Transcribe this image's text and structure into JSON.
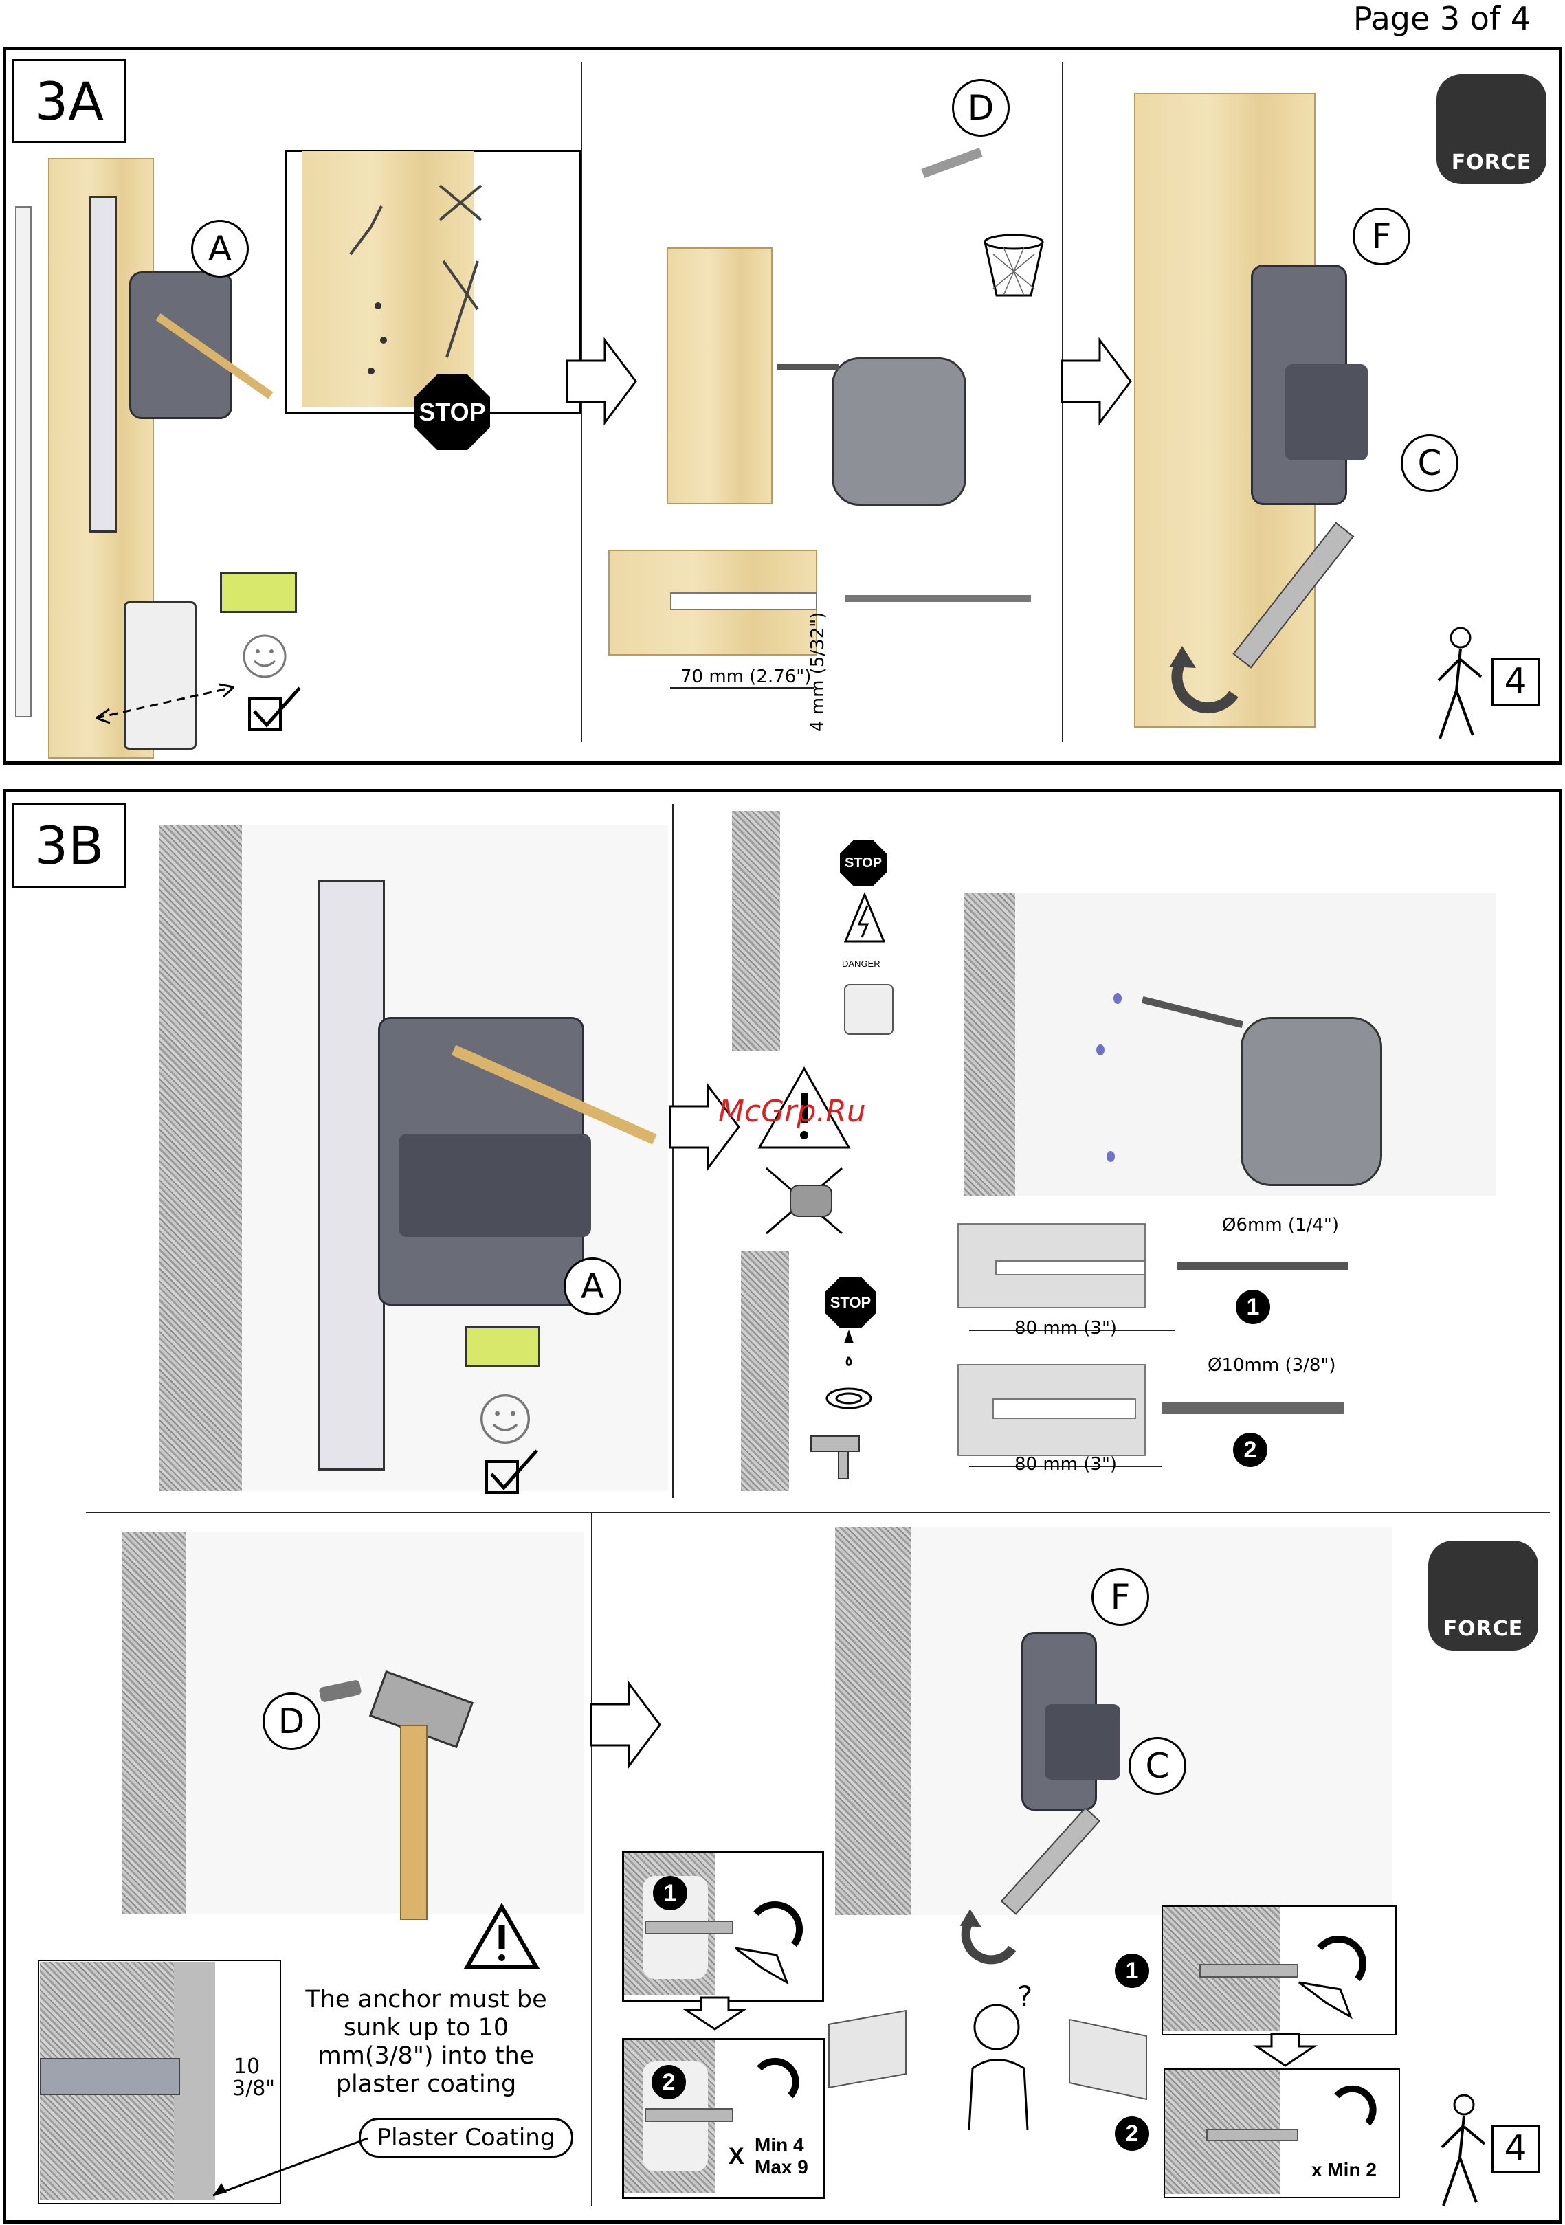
{
  "header": {
    "page_label": "Page 3 of 4"
  },
  "section_3a": {
    "label": "3A",
    "callouts": {
      "a": "A",
      "d": "D",
      "f": "F",
      "c": "C"
    },
    "stop_sign": "STOP",
    "dims": {
      "depth": "70 mm (2.76\")",
      "diameter": "4 mm (5/32\")"
    },
    "force_badge": "FORCE",
    "next_step": "4"
  },
  "section_3b": {
    "label": "3B",
    "callouts": {
      "a": "A",
      "d": "D",
      "f": "F",
      "c": "C"
    },
    "stop_sign_1": "STOP",
    "stop_sign_2": "STOP",
    "danger_label": "DANGER",
    "dims": {
      "d6": "Ø6mm (1/4\")",
      "d10": "Ø10mm (3/8\")",
      "depth1": "80  mm (3\")",
      "depth2": "80  mm (3\")"
    },
    "badges": {
      "one": "1",
      "two": "2"
    },
    "plaster_note": "The anchor must be sunk up to 10 mm(3/8\") into the plaster coating",
    "plaster_dim": {
      "mm": "10",
      "inch": "3/8\""
    },
    "plaster_label": "Plaster Coating",
    "anchor_counts": {
      "x": "X",
      "min4": "Min 4",
      "max9": "Max 9",
      "min2": "x Min 2"
    },
    "force_badge": "FORCE",
    "next_step": "4"
  },
  "watermark": "McGrp.Ru"
}
